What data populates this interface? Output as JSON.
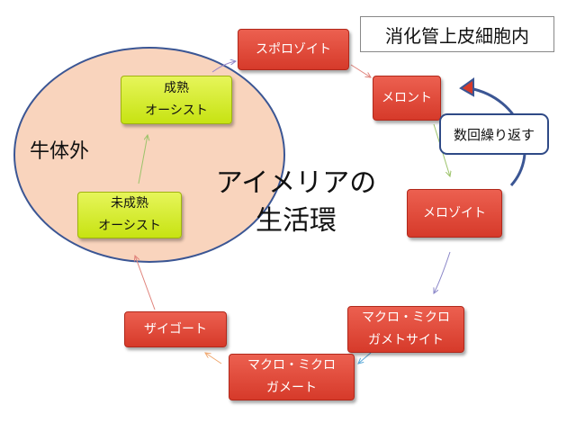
{
  "diagram": {
    "title": "アイメリアの\n生活環",
    "location_label": "消化管上皮細胞内",
    "outside_label": "牛体外",
    "repeat_label": "数回繰り返す",
    "stages": {
      "sporozoite": "スポロゾイト",
      "meront": "メロント",
      "merozoite": "メロゾイト",
      "gametocyte": "マクロ・ミクロ\nガメトサイト",
      "gamete": "マクロ・ミクロ\nガメート",
      "zygote": "ザイゴート",
      "immature_oocyst": "未成熟\nオーシスト",
      "mature_oocyst": "成熟\nオーシスト"
    },
    "colors": {
      "stage_box_red": "#e04a3a",
      "oocyst_box_yellow_green": "#d4eb2a",
      "ellipse_fill": "#f9d4bd",
      "ellipse_border": "#3b5694",
      "repeat_arrow": "#3b5694"
    }
  }
}
